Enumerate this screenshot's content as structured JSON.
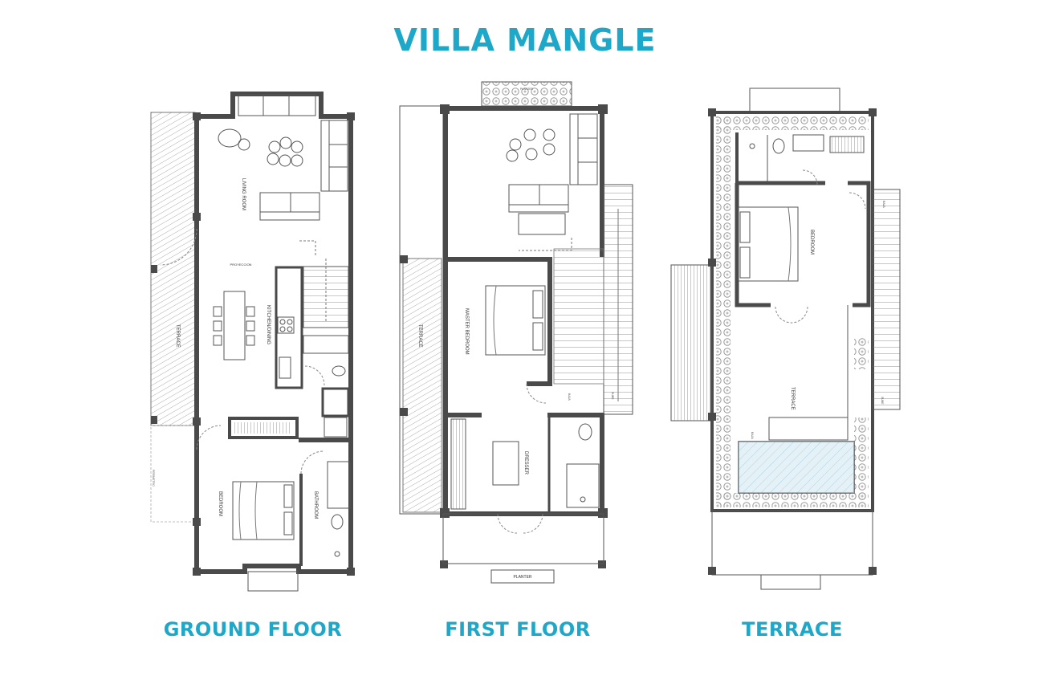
{
  "title": "VILLA MANGLE",
  "colors": {
    "accent": "#1da7c8",
    "wall": "#4a4a4a",
    "line": "#555555",
    "pool": "#c9e3ee",
    "plant": "#9a9a9a"
  },
  "plans": [
    {
      "label": "GROUND FLOOR",
      "rooms": {
        "living": "LIVING ROOM",
        "terrace": "TERRACE",
        "projection": "PROYECCION",
        "kitchen": "KITCHEN/DINING",
        "bedroom": "BEDROOM",
        "bathroom": "BATHROOM",
        "perimeter": "PERIMETRO"
      }
    },
    {
      "label": "FIRST FLOOR",
      "rooms": {
        "terrace": "TERRACE",
        "master": "MASTER BEDROOM",
        "dresser": "DRESSER",
        "planter": "PLANTER",
        "planter_top": "PLANTER",
        "baja": "BAJA",
        "sube": "SUBE"
      }
    },
    {
      "label": "TERRACE",
      "rooms": {
        "bedroom": "BEDROOM",
        "terrace": "TERRACE",
        "baja": "BAJA",
        "sube": "SUBE",
        "baja2": "BAJA"
      }
    }
  ]
}
